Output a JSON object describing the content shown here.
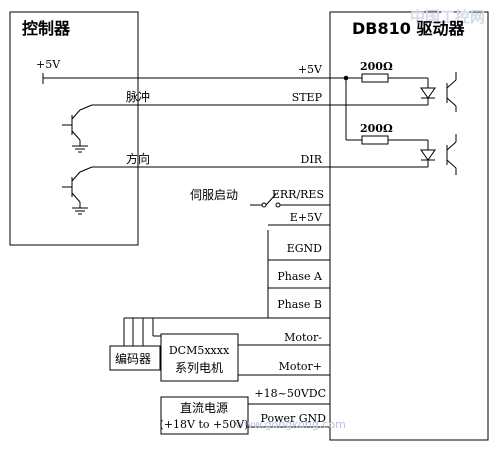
{
  "controller": {
    "title": "控制器",
    "v5_label": "+5V",
    "pulse_label": "脉冲",
    "dir_label": "方向"
  },
  "driver": {
    "title": "DB810 驱动器",
    "pins": [
      "+5V",
      "STEP",
      "DIR",
      "ERR/RES",
      "E+5V",
      "EGND",
      "Phase A",
      "Phase B",
      "Motor-",
      "Motor+",
      "+18~50VDC",
      "Power GND"
    ]
  },
  "resistors": [
    "200Ω",
    "200Ω"
  ],
  "servo_switch": "伺服启动",
  "motor_box": {
    "line1": "DCM5xxxx",
    "line2": "系列电机"
  },
  "encoder": "编码器",
  "power_box": {
    "line1": "直流电源",
    "line2": "(+18V to +50V)"
  },
  "watermark": {
    "logo": "中国工控网",
    "url": "www.gongkong.com"
  }
}
